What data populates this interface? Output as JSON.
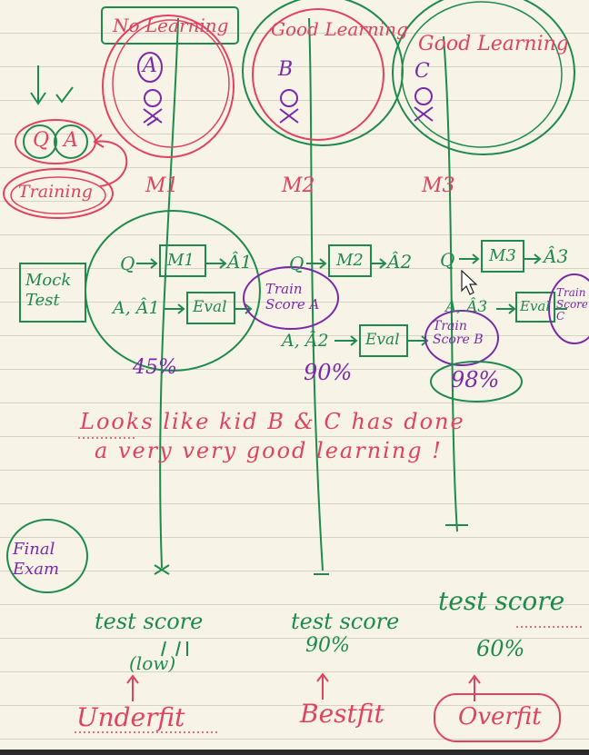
{
  "colors": {
    "red": "#e0435f",
    "green": "#1e8a4e",
    "purple": "#7a2aa8",
    "paper": "#f7f3e6"
  },
  "kids": [
    {
      "heading": "No Learning",
      "letter": "A",
      "model": "M1"
    },
    {
      "heading": "Good Learning",
      "letter": "B",
      "model": "M2"
    },
    {
      "heading": "Good Learning",
      "letter": "C",
      "model": "M3"
    }
  ],
  "left": {
    "q": "Q",
    "a": "A",
    "training": "Training",
    "mock_test": "Mock Test",
    "final_exam": "Final Exam"
  },
  "mock": {
    "row1": {
      "q": "Q",
      "m1": "M1",
      "ahat1": "Â1",
      "m2": "M2",
      "ahat2": "Â2",
      "m3": "M3",
      "ahat3": "Â3"
    },
    "row2": {
      "pair1": "A, Â1",
      "eval": "Eval",
      "train_score_a": "Train Score A",
      "pair2": "A, Â2",
      "train_score_b": "Train Score B",
      "pair3": "A, Â3",
      "train_c": "Train Score C"
    },
    "scores": {
      "kid_a": "45%",
      "kid_b": "90%",
      "kid_c": "98%"
    }
  },
  "comment": {
    "line1": "Looks like kid B & C has done",
    "line2": "a very very good learning !"
  },
  "final": [
    {
      "label": "test score",
      "value": "(low)",
      "fit": "Underfit"
    },
    {
      "label": "test score",
      "value": "90%",
      "fit": "Bestfit"
    },
    {
      "label": "test score",
      "value": "60%",
      "fit": "Overfit"
    }
  ]
}
